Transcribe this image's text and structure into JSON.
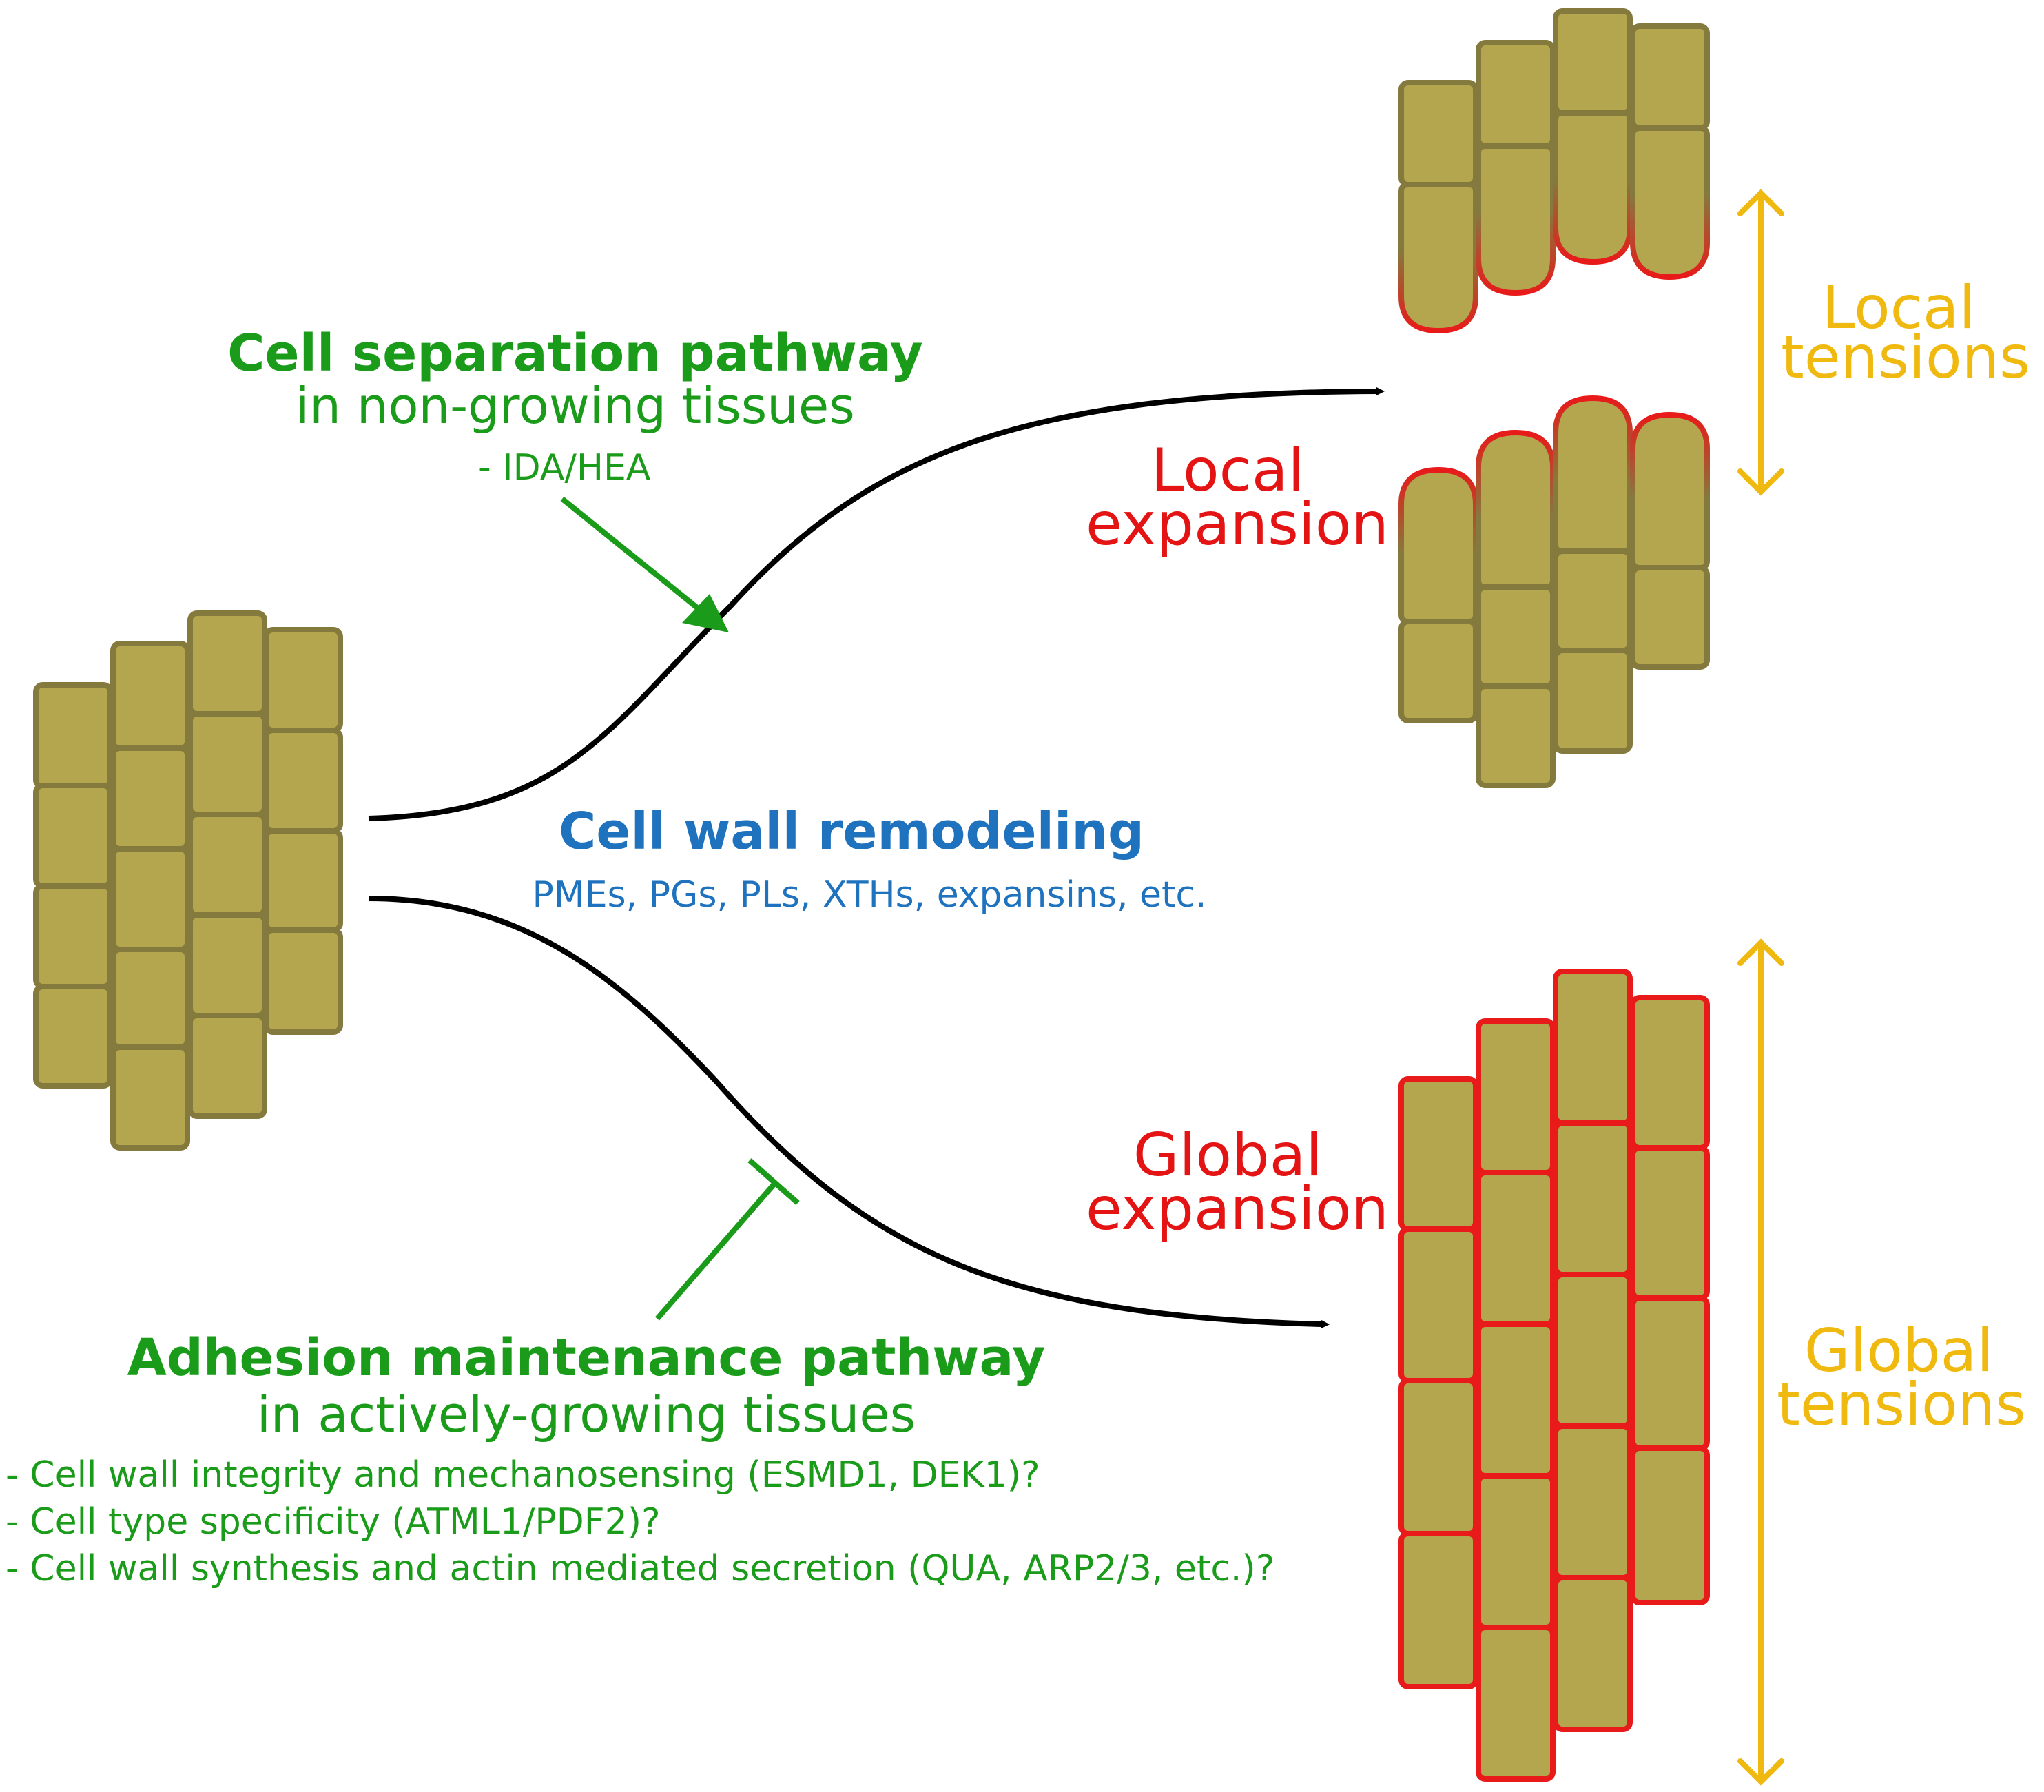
{
  "colors": {
    "cell_fill": "#b3a64e",
    "cell_border": "#857a3e",
    "expansion_border": "#e81a1a",
    "green": "#1a9b1a",
    "blue": "#1f72bd",
    "red": "#e41414",
    "yellow": "#efb910",
    "arrow": "#000000"
  },
  "separation": {
    "title": "Cell separation pathway",
    "subtitle": "in non-growing tissues",
    "item": "- IDA/HEA"
  },
  "remodeling": {
    "title": "Cell wall remodeling",
    "enzymes": "PMEs, PGs, PLs, XTHs, expansins, etc."
  },
  "adhesion": {
    "title": "Adhesion maintenance pathway",
    "subtitle": "in actively-growing tissues",
    "items": [
      "- Cell wall integrity and mechanosensing (ESMD1, DEK1)?",
      "- Cell type specificity (ATML1/PDF2)?",
      "- Cell wall synthesis and actin mediated secretion (QUA, ARP2/3, etc.)?"
    ]
  },
  "local": {
    "expansion_line1": "Local",
    "expansion_line2": "expansion",
    "tension_line1": "Local",
    "tension_line2": "tensions"
  },
  "global": {
    "expansion_line1": "Global",
    "expansion_line2": "expansion",
    "tension_line1": "Global",
    "tension_line2": "tensions"
  },
  "icons": {
    "promote_arrow": "arrow-icon",
    "inhibit_arrow": "inhibition-t-bar-icon",
    "tension_arrow": "double-headed-arrow-icon"
  }
}
